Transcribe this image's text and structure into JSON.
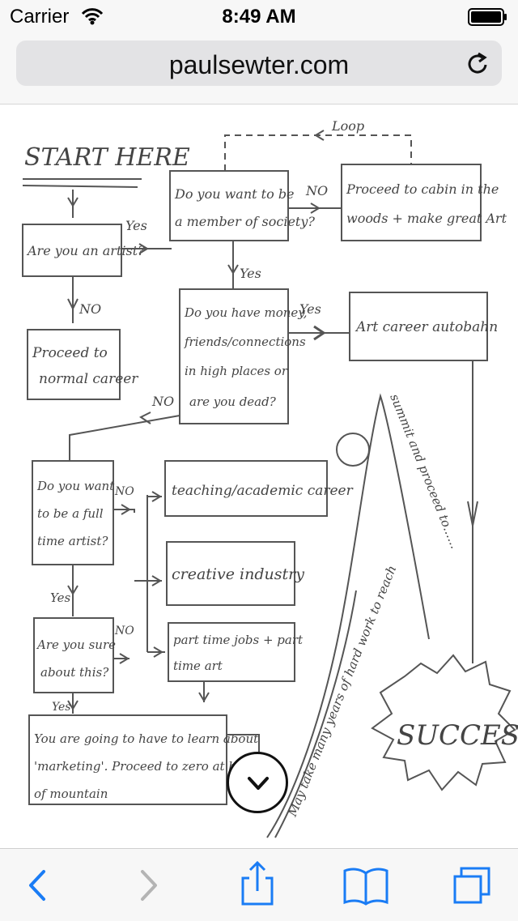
{
  "status_bar": {
    "carrier": "Carrier",
    "time": "8:49 AM"
  },
  "browser": {
    "url": "paulsewter.com"
  },
  "flowchart": {
    "start": "START HERE",
    "q_artist": "Are you an artist?",
    "q_society": [
      "Do you want to be",
      "a member of society?"
    ],
    "cabin": [
      "Proceed to cabin in the",
      "woods + make great Art"
    ],
    "loop": "Loop",
    "normal_career": [
      "Proceed to",
      "normal career"
    ],
    "q_money": [
      "Do you have money,",
      "friends/connections",
      "in high places or",
      "are you dead?"
    ],
    "autobahn": "Art career autobahn",
    "q_full_time": [
      "Do you want",
      "to be a full",
      "time artist?"
    ],
    "teaching": "teaching/academic career",
    "creative": "creative industry",
    "part_time": [
      "part time jobs + part",
      "time art"
    ],
    "q_sure": [
      "Are you sure",
      "about this?"
    ],
    "marketing": [
      "You are going to have to learn about",
      "'marketing'. Proceed to zero at bottom",
      "of mountain"
    ],
    "success": "SUCCESS",
    "summit": "summit and proceed to......",
    "mountain_text": "May take many years of hard work to reach",
    "yes": "Yes",
    "no": "NO"
  },
  "icons": {
    "wifi": "wifi-icon",
    "battery": "battery-icon",
    "reload": "reload-icon",
    "scroll": "chevron-down-icon",
    "back": "back-icon",
    "forward": "forward-icon",
    "share": "share-icon",
    "bookmarks": "bookmarks-icon",
    "tabs": "tabs-icon"
  },
  "colors": {
    "accent": "#1a7cf5",
    "disabled": "#b4b4b4",
    "pencil": "#555555"
  }
}
